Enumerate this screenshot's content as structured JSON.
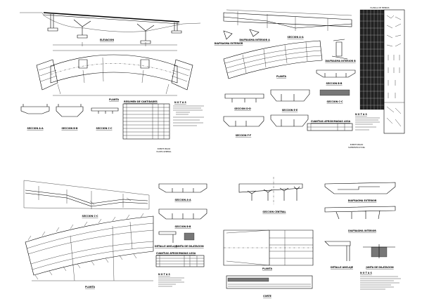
{
  "sheets": [
    {
      "views": {
        "elevation": "ELEVACION",
        "plan": "PLANTA",
        "section_aa": "SECCION A-A",
        "section_bb": "SECCION B-B",
        "section_cc": "SECCION C-C"
      },
      "table_title": "RESUMEN DE CANTIDADES",
      "notes_title": "N O T A S",
      "title_block": {
        "project": "PUENTE PRADO",
        "sheet": "PLANTA GENERAL"
      }
    },
    {
      "views": {
        "diaphragm_ext": "DIAFRAGMA EXTERIOR",
        "diaphragm_int": "DIAFRAGMA INTERIOR A",
        "diaphragm_int_b": "DIAFRAGMA INTERIOR B",
        "section_aa": "SECCION A-A",
        "plan": "PLANTA",
        "section_bb": "SECCION B-B",
        "section_cc": "SECCION C-C",
        "section_dd": "SECCION D-D",
        "section_ee": "SECCION E-E",
        "section_ff": "SECCION F-F"
      },
      "table_title": "CUANTIAS APROXIMADAS LOSA",
      "rebar_table_title": "PLANILLA DE HIERROS",
      "notes_title": "N O T A S",
      "title_block": {
        "project": "PUENTE PRADO",
        "sheet": "SUPERESTRUCTURA"
      }
    },
    {
      "views": {
        "section_cc": "SECCION C-C",
        "plan": "PLANTA",
        "section_aa": "SECCION A-A",
        "section_bb": "SECCION B-B",
        "detail_anchor": "DETALLE ANCLAJE",
        "joint": "JUNTA DE DILATACION"
      },
      "table_title": "CUANTIAS APROXIMADAS LOSA",
      "notes_title": "N O T A S"
    },
    {
      "views": {
        "central_section": "SECCION CENTRAL",
        "diaphragm_ext": "DIAFRAGMA EXTERIOR",
        "diaphragm_int": "DIAFRAGMA INTERIOR",
        "plan": "PLANTA",
        "elevation": "CORTE",
        "detail_anchor": "DETALLE ANCLAJE",
        "joint": "JUNTA DE DILATACION"
      },
      "notes_title": "N O T A S"
    }
  ]
}
